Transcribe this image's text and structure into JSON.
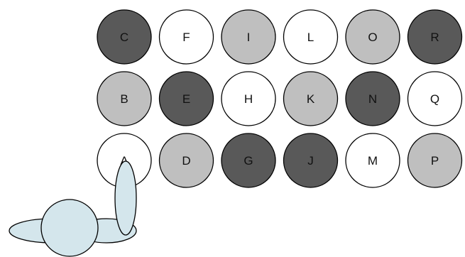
{
  "discs": [
    {
      "label": "C",
      "shade": "dark"
    },
    {
      "label": "F",
      "shade": "white"
    },
    {
      "label": "I",
      "shade": "light"
    },
    {
      "label": "L",
      "shade": "white"
    },
    {
      "label": "O",
      "shade": "light"
    },
    {
      "label": "R",
      "shade": "dark"
    },
    {
      "label": "B",
      "shade": "light"
    },
    {
      "label": "E",
      "shade": "dark"
    },
    {
      "label": "H",
      "shade": "white"
    },
    {
      "label": "K",
      "shade": "light"
    },
    {
      "label": "N",
      "shade": "dark"
    },
    {
      "label": "Q",
      "shade": "white"
    },
    {
      "label": "A",
      "shade": "white"
    },
    {
      "label": "D",
      "shade": "light"
    },
    {
      "label": "G",
      "shade": "dark"
    },
    {
      "label": "J",
      "shade": "dark"
    },
    {
      "label": "M",
      "shade": "white"
    },
    {
      "label": "P",
      "shade": "light"
    }
  ],
  "palette": {
    "dark": "#595959",
    "light": "#bfbfbf",
    "white": "#ffffff",
    "outline": "#000000",
    "figure_fill": "#d4e6ec",
    "figure_stroke": "#000000"
  },
  "figure": {
    "name": "person-top-view-icon"
  }
}
